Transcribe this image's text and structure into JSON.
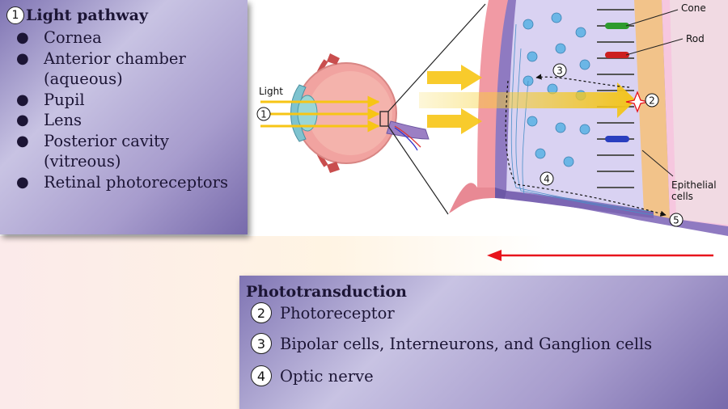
{
  "light_pathway": {
    "number": "1",
    "title": "Light pathway",
    "items": [
      "Cornea",
      "Anterior chamber (aqueous)",
      "Pupil",
      "Lens",
      "Posterior cavity (vitreous)",
      "Retinal photoreceptors"
    ]
  },
  "phototransduction": {
    "title": "Phototransduction",
    "items": [
      {
        "number": "2",
        "label": "Photoreceptor"
      },
      {
        "number": "3",
        "label": "Bipolar cells, Interneurons, and Ganglion cells"
      },
      {
        "number": "4",
        "label": "Optic nerve"
      }
    ]
  },
  "diagram": {
    "light_label": "Light",
    "cone_label": "Cone",
    "rod_label": "Rod",
    "epithelial_label_line1": "Epithelial",
    "epithelial_label_line2": "cells",
    "markers": [
      "1",
      "2",
      "3",
      "4",
      "5"
    ],
    "colors": {
      "light_arrow": "#f7c515",
      "signal_arrow": "#e8141c",
      "retina_panel": "#d9d2f2",
      "epithelium": "#f2c38a",
      "sclera": "#f3a6ad",
      "cone_color": "#2e9b2e",
      "rod_color": "#cc1f1f"
    }
  }
}
